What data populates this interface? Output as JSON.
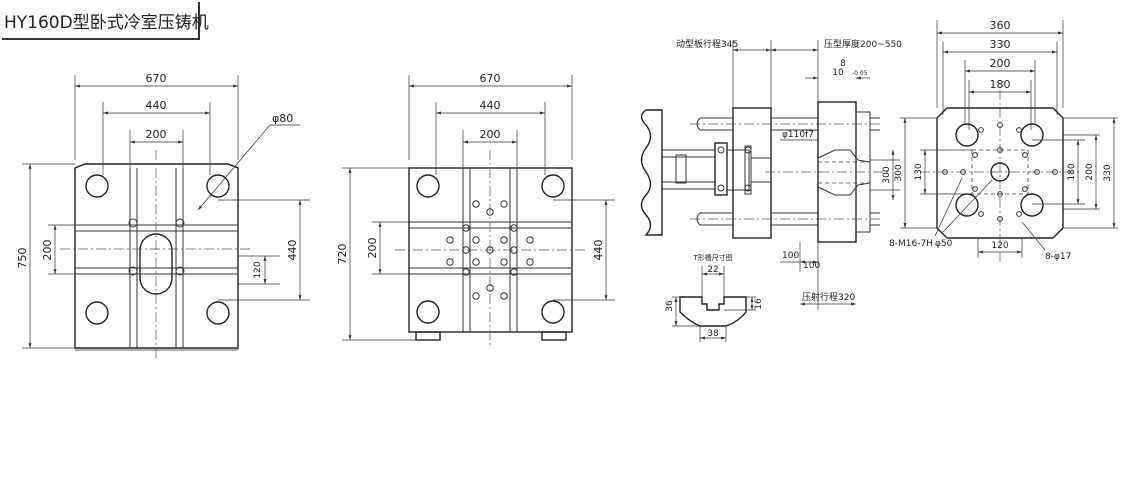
{
  "title": "HY160D型卧式冷室压铸机",
  "view1": {
    "width_dims": [
      "670",
      "440",
      "200"
    ],
    "height_dims": [
      "750",
      "200",
      "120",
      "440"
    ],
    "hole_dia": "φ80"
  },
  "view2": {
    "width_dims": [
      "670",
      "440",
      "200"
    ],
    "height_dims": [
      "720",
      "200",
      "440"
    ]
  },
  "side_view": {
    "moving_platen_stroke": "动型板行程345",
    "die_thickness": "压型厚度200~550",
    "tolerance_top": "8",
    "tolerance_main": "10",
    "tolerance_sub": "-0.05",
    "plunger_dia": "φ110f7",
    "dim_100a": "100",
    "dim_100b": "100",
    "dim_300": "300",
    "injection_stroke": "压射行程320",
    "tslot_title": "T形槽尺寸图",
    "tslot_22": "22",
    "tslot_36": "36",
    "tslot_16": "16",
    "tslot_38": "38"
  },
  "platen_view": {
    "width_dims": [
      "360",
      "330",
      "200",
      "180"
    ],
    "left_dims": [
      "300",
      "130"
    ],
    "right_dims": [
      "180",
      "200",
      "330"
    ],
    "dim_120": "120",
    "thread_label": "8-M16-7H",
    "dia_50": "φ50",
    "holes_label": "8-φ17"
  }
}
